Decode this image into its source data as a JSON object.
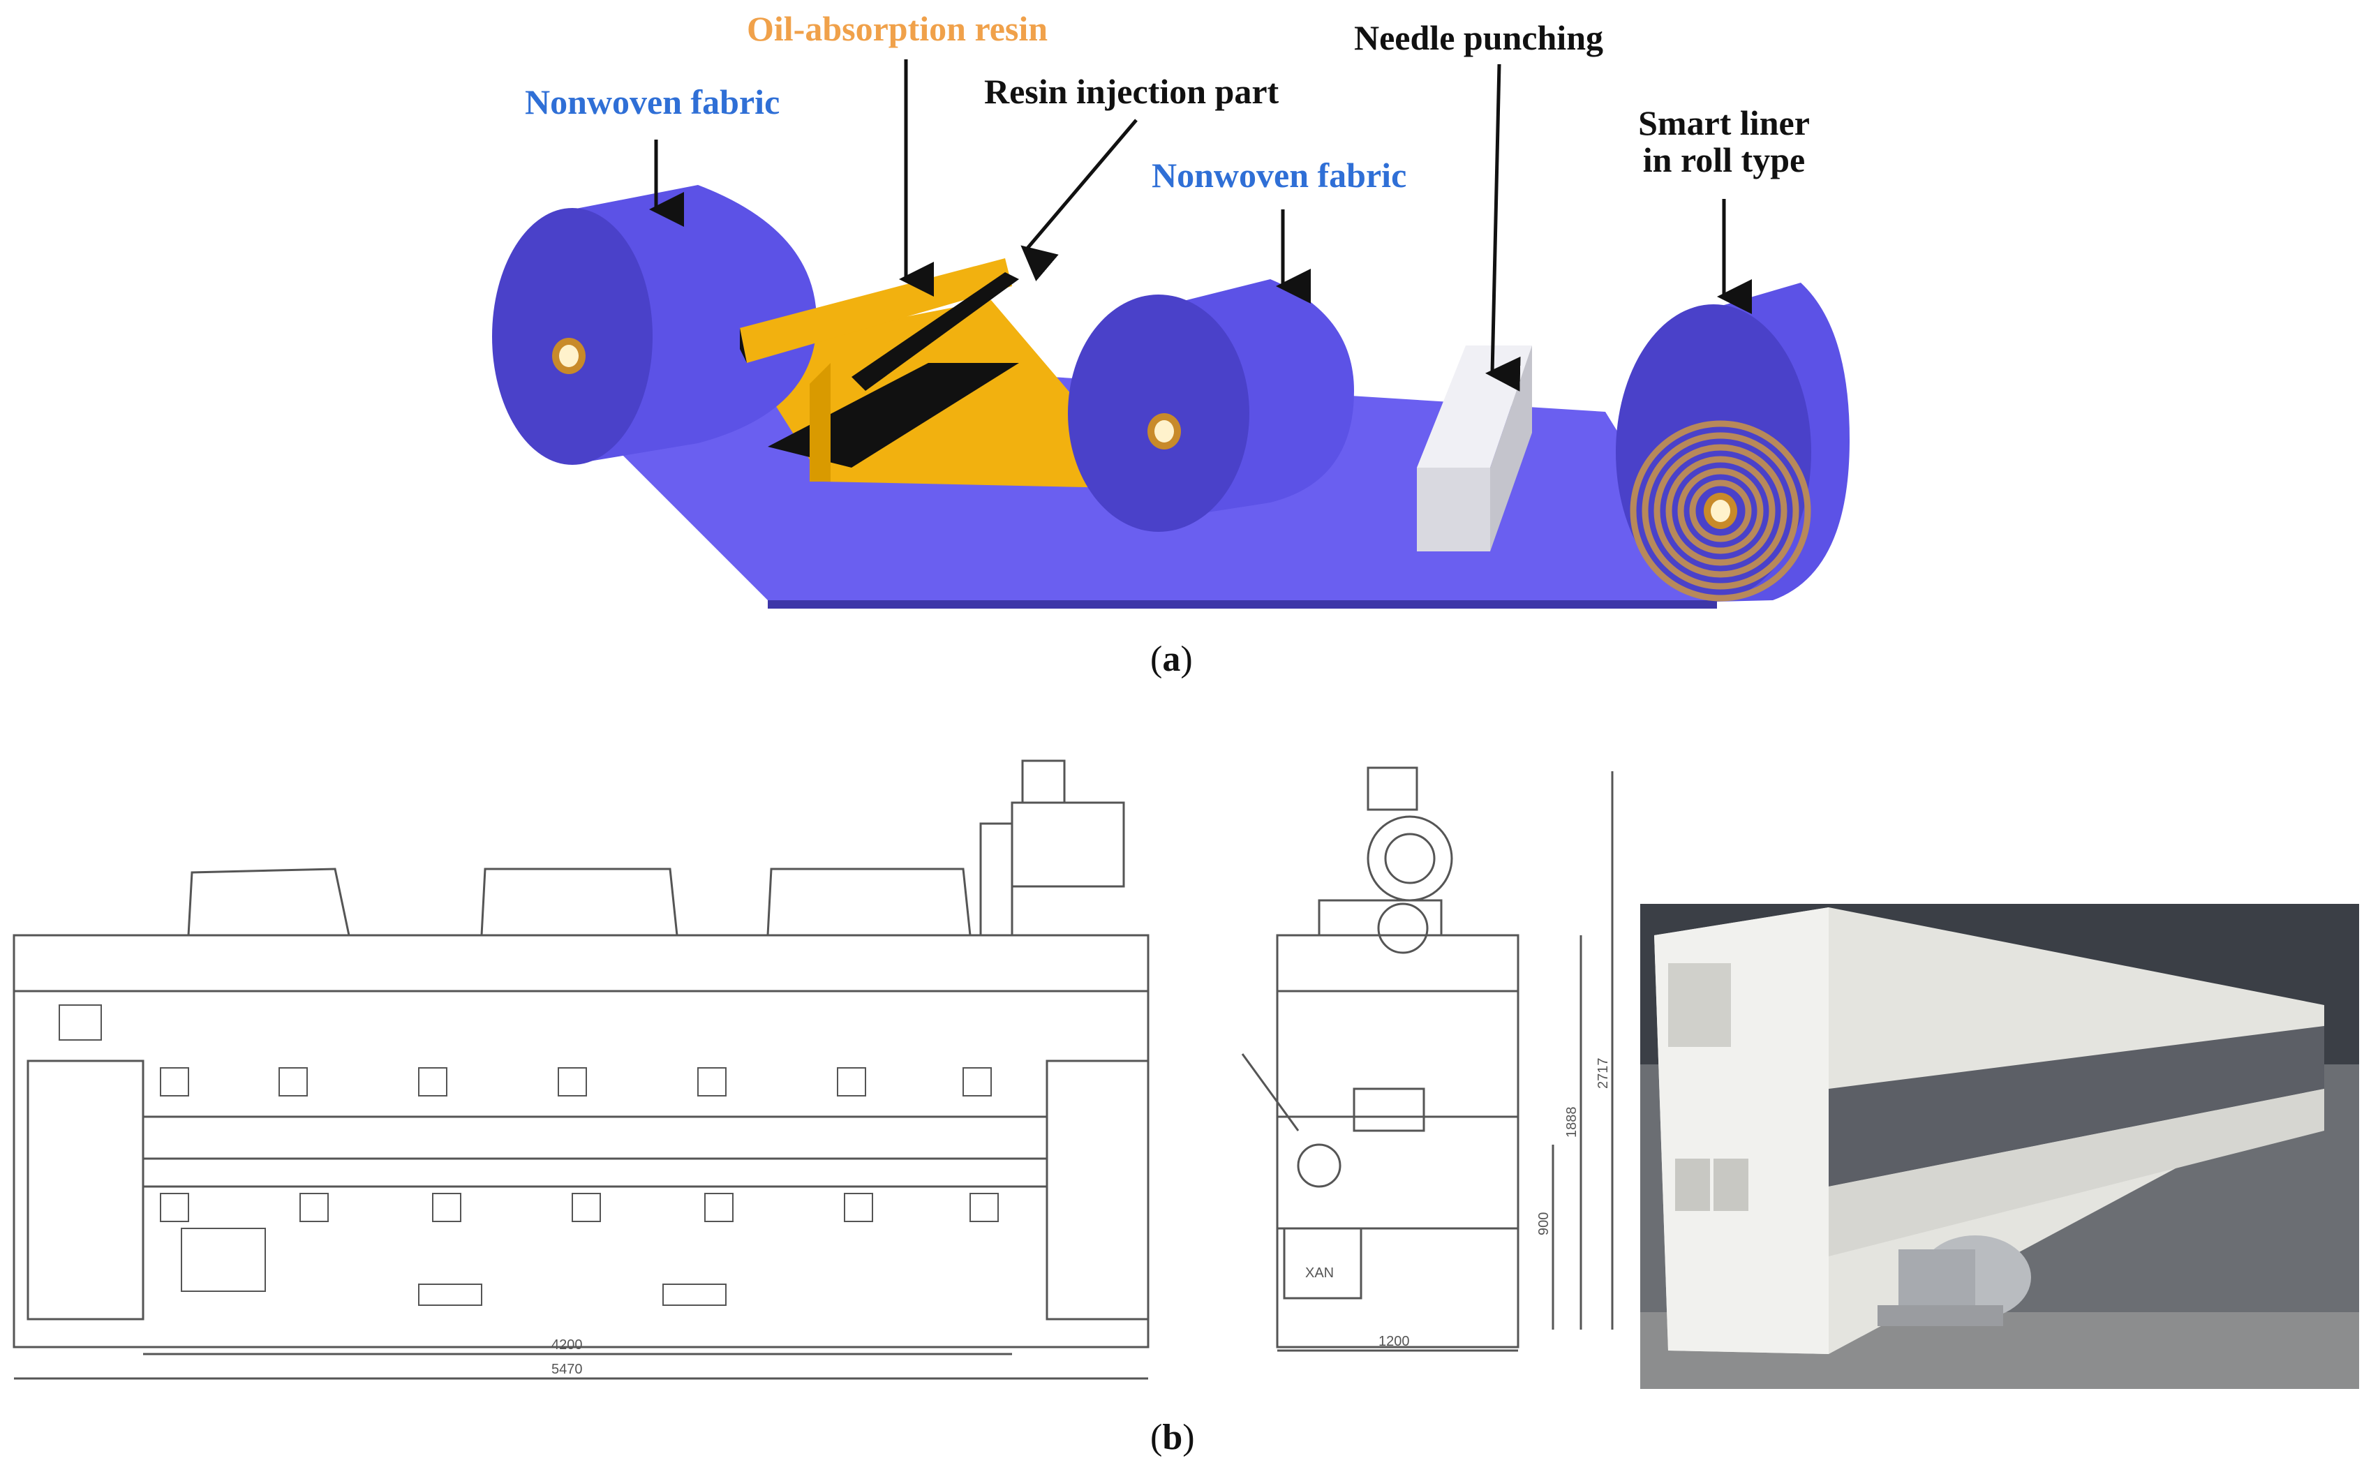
{
  "panel_a": {
    "labels": {
      "nonwoven_fabric_1": "Nonwoven fabric",
      "oil_absorption_resin": "Oil-absorption resin",
      "resin_injection_part": "Resin injection part",
      "nonwoven_fabric_2": "Nonwoven fabric",
      "needle_punching": "Needle punching",
      "smart_liner_line1": "Smart liner",
      "smart_liner_line2": "in roll type"
    },
    "caption_letter": "a",
    "colors": {
      "roll_blue": "#5c52e6",
      "roll_blue_dark": "#3f38b8",
      "resin_orange": "#f2b10f",
      "label_blue": "#2f6fd6",
      "label_orange": "#f0a14a",
      "needle_box": "#e8e8ee"
    }
  },
  "panel_b": {
    "front_view": {
      "dim_inner": "4200",
      "dim_outer": "5470"
    },
    "side_view": {
      "dim_width": "1200",
      "dim_h1": "900",
      "dim_h2": "1888",
      "dim_h3": "2717",
      "motor_text": "XAN"
    },
    "caption_letter": "b"
  }
}
